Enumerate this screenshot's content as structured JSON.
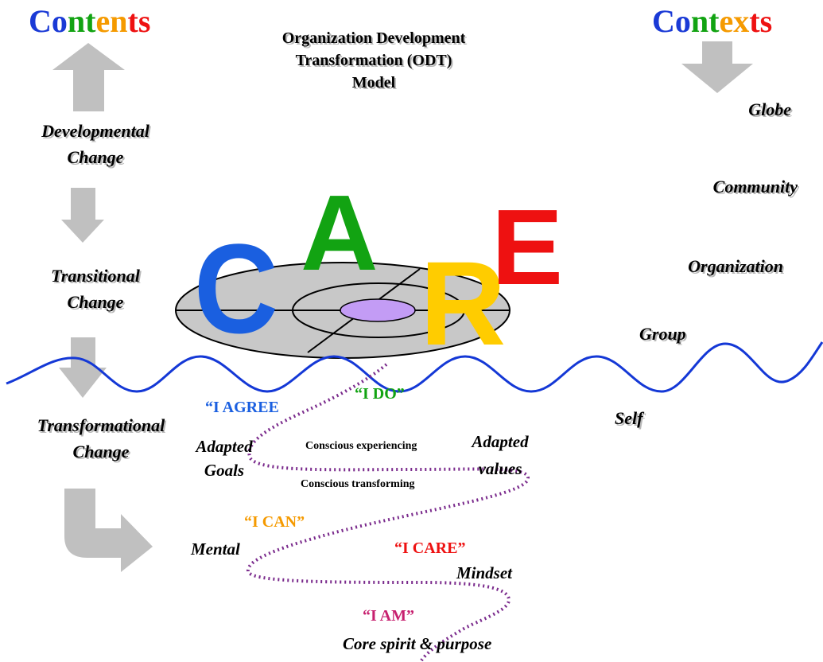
{
  "header": {
    "contents_letters": [
      "C",
      "o",
      "n",
      "t",
      "e",
      "n",
      "t",
      "s"
    ],
    "contexts_letters": [
      "C",
      "o",
      "n",
      "t",
      "e",
      "x",
      "t",
      "s"
    ],
    "title_lines": [
      "Organization Development",
      "Transformation (ODT)",
      "Model"
    ]
  },
  "contents_column": {
    "developmental": [
      "Developmental",
      "Change"
    ],
    "transitional": [
      "Transitional",
      "Change"
    ],
    "transformational": [
      "Transformational",
      "Change"
    ]
  },
  "contexts_column": {
    "globe": "Globe",
    "community": "Community",
    "organization": "Organization",
    "group": "Group",
    "self": "Self"
  },
  "care": {
    "c": "C",
    "a": "A",
    "r": "R",
    "e": "E"
  },
  "spiral": {
    "i_agree": "“I AGREE",
    "i_do": "“I DO”",
    "adapted_goals": [
      "Adapted",
      "Goals"
    ],
    "conscious_experiencing": "Conscious experiencing",
    "conscious_transforming": "Conscious transforming",
    "adapted_values": [
      "Adapted",
      "values"
    ],
    "i_can": "“I CAN”",
    "mental": "Mental",
    "i_care": "“I CARE”",
    "mindset": "Mindset",
    "i_am": "“I AM”",
    "core_spirit": "Core spirit & purpose"
  },
  "colors": {
    "blue": "#1a5fe0",
    "green": "#12a312",
    "orange": "#f59a00",
    "red": "#ee1111",
    "yellow": "#ffcc00",
    "purple": "#c7206f",
    "dotted_line": "#7a2a8c",
    "wave": "#1438d6",
    "disc": "#c8c8c8",
    "center_ellipse": "#c39cf5",
    "arrow_gray": "#c0c0c0"
  },
  "contents_letter_colors": [
    "#1a3ad6",
    "#1a3ad6",
    "#12a312",
    "#12a312",
    "#f59a00",
    "#f59a00",
    "#ee1111",
    "#ee1111"
  ],
  "contexts_letter_colors": [
    "#1a3ad6",
    "#1a3ad6",
    "#12a312",
    "#12a312",
    "#f59a00",
    "#f59a00",
    "#ee1111",
    "#ee1111"
  ]
}
